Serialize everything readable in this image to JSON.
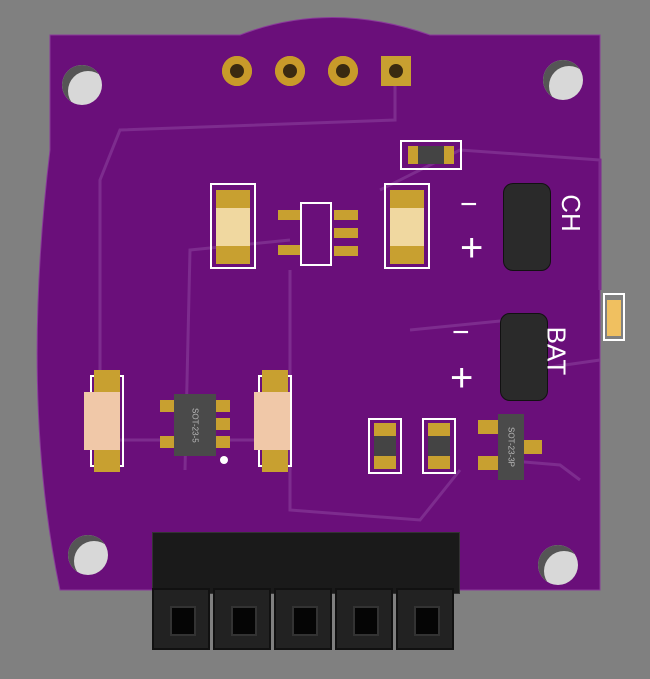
{
  "board": {
    "color": "#6a0f7a"
  },
  "charge_connector": {
    "label": "CH",
    "minus": "−",
    "plus": "+"
  },
  "battery_connector": {
    "label": "BAT",
    "minus": "−",
    "plus": "+"
  },
  "ic1": {
    "package": "SOT-23-5"
  },
  "ic2": {
    "package": "SOT-23-3P"
  }
}
